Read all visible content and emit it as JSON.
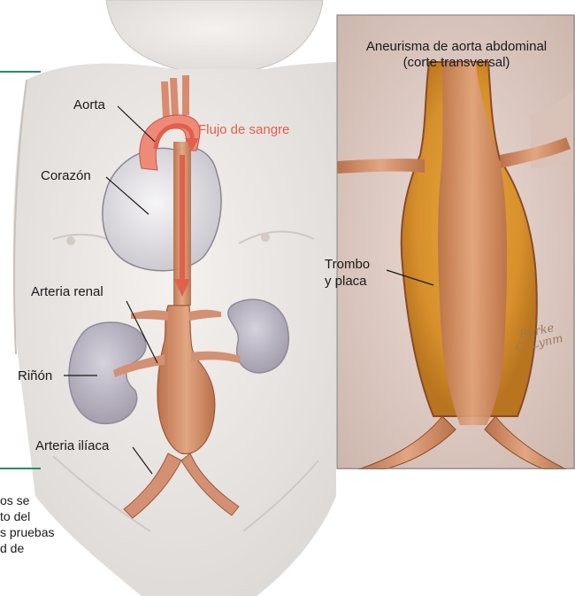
{
  "labels": {
    "aorta": "Aorta",
    "blood_flow": "Flujo de sangre",
    "heart": "Corazón",
    "renal_artery": "Arteria renal",
    "kidney": "Riñón",
    "iliac_artery": "Arteria ilíaca"
  },
  "inset": {
    "title_line1": "Aneurisma de aorta abdominal",
    "title_line2": "(corte transversal)",
    "thrombus_line1": "Trombo",
    "thrombus_line2": "y placa",
    "signature_line1": "Burke",
    "signature_line2": "C. Lynm"
  },
  "side_text": [
    "os se",
    "to del",
    "s pruebas",
    "d de"
  ],
  "colors": {
    "flow_arrow": "#e0604a",
    "accent_rule": "#2a8a6e",
    "inset_border": "#8a8a8a"
  }
}
